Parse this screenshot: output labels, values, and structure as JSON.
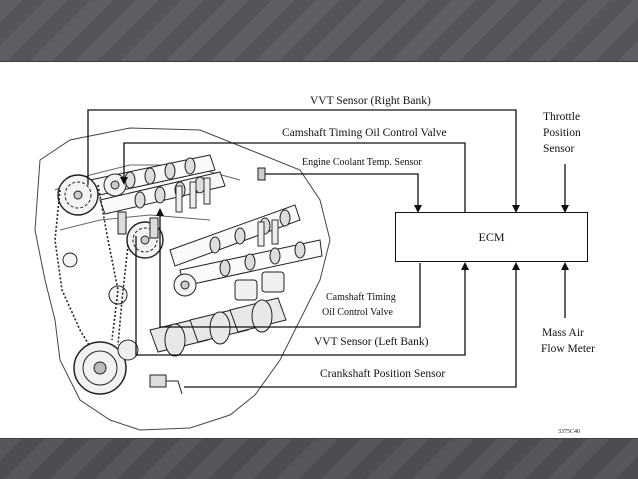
{
  "diagram": {
    "ecm_label": "ECM",
    "labels": {
      "vvt_right": "VVT Sensor (Right Bank)",
      "ocv_top": "Camshaft Timing Oil Control Valve",
      "coolant": "Engine Coolant Temp. Sensor",
      "tps_1": "Throttle",
      "tps_2": "Position",
      "tps_3": "Sensor",
      "ocv_left_1": "Camshaft Timing",
      "ocv_left_2": "Oil Control Valve",
      "vvt_left": "VVT Sensor (Left Bank)",
      "crank": "Crankshaft Position Sensor",
      "maf_1": "Mass Air",
      "maf_2": "Flow Meter",
      "figure_code": "3375C40"
    },
    "colors": {
      "line": "#111111",
      "slide_bg": "#ffffff",
      "frame_bg": "#55575c"
    }
  }
}
